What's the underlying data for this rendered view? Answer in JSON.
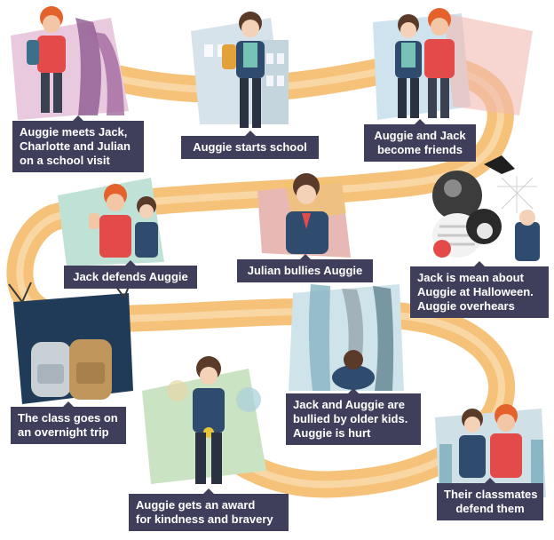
{
  "colors": {
    "path": "#f6c27a",
    "path_dark": "#efa955",
    "label_bg": "#3f3f5c",
    "label_text": "#ffffff"
  },
  "events": [
    {
      "id": "visit",
      "lines": [
        "Auggie meets Jack,",
        "Charlotte and Julian",
        "on a school visit"
      ]
    },
    {
      "id": "school",
      "lines": [
        "Auggie starts school"
      ]
    },
    {
      "id": "friends",
      "lines": [
        "Auggie and Jack",
        "become friends"
      ]
    },
    {
      "id": "defends",
      "lines": [
        "Jack defends Auggie"
      ]
    },
    {
      "id": "bullies",
      "lines": [
        "Julian bullies Auggie"
      ]
    },
    {
      "id": "halloween",
      "lines": [
        "Jack is mean about",
        "Auggie at Halloween.",
        "Auggie overhears"
      ]
    },
    {
      "id": "trip",
      "lines": [
        "The class goes on",
        "an overnight trip"
      ]
    },
    {
      "id": "older",
      "lines": [
        "Jack and Auggie are",
        "bullied by older kids.",
        "Auggie is hurt"
      ]
    },
    {
      "id": "award",
      "lines": [
        "Auggie gets an award",
        "for kindness and bravery"
      ]
    },
    {
      "id": "classmates",
      "lines": [
        "Their classmates",
        "defend them"
      ]
    }
  ]
}
